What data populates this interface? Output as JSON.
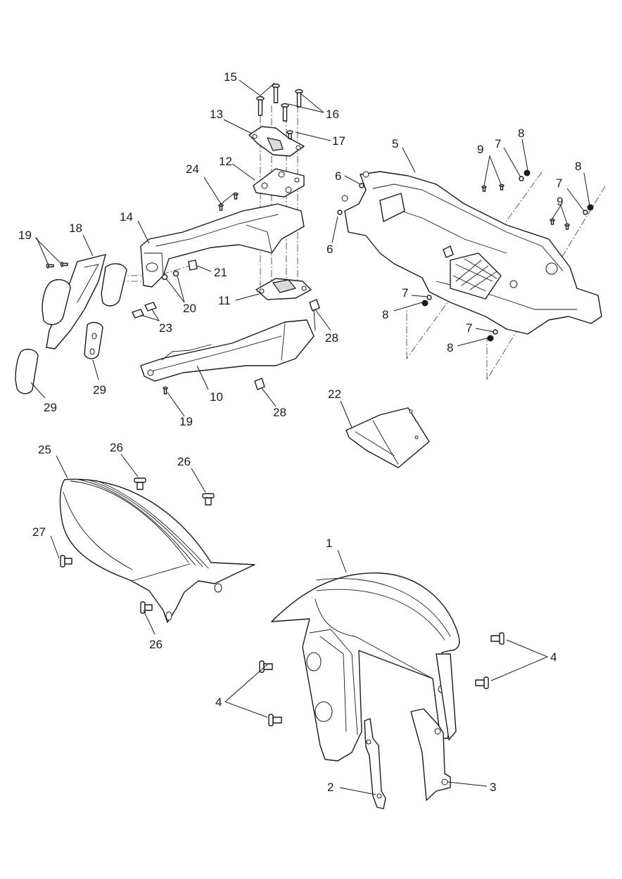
{
  "callouts": [
    {
      "id": "c1",
      "text": "1"
    },
    {
      "id": "c2",
      "text": "2"
    },
    {
      "id": "c3",
      "text": "3"
    },
    {
      "id": "c4a",
      "text": "4"
    },
    {
      "id": "c4b",
      "text": "4"
    },
    {
      "id": "c5",
      "text": "5"
    },
    {
      "id": "c6a",
      "text": "6"
    },
    {
      "id": "c6b",
      "text": "6"
    },
    {
      "id": "c7a",
      "text": "7"
    },
    {
      "id": "c7b",
      "text": "7"
    },
    {
      "id": "c7c",
      "text": "7"
    },
    {
      "id": "c7d",
      "text": "7"
    },
    {
      "id": "c8a",
      "text": "8"
    },
    {
      "id": "c8b",
      "text": "8"
    },
    {
      "id": "c8c",
      "text": "8"
    },
    {
      "id": "c8d",
      "text": "8"
    },
    {
      "id": "c9a",
      "text": "9"
    },
    {
      "id": "c9b",
      "text": "9"
    },
    {
      "id": "c10",
      "text": "10"
    },
    {
      "id": "c11",
      "text": "11"
    },
    {
      "id": "c12",
      "text": "12"
    },
    {
      "id": "c13",
      "text": "13"
    },
    {
      "id": "c14",
      "text": "14"
    },
    {
      "id": "c15",
      "text": "15"
    },
    {
      "id": "c16",
      "text": "16"
    },
    {
      "id": "c17",
      "text": "17"
    },
    {
      "id": "c18",
      "text": "18"
    },
    {
      "id": "c19a",
      "text": "19"
    },
    {
      "id": "c19b",
      "text": "19"
    },
    {
      "id": "c20",
      "text": "20"
    },
    {
      "id": "c21",
      "text": "21"
    },
    {
      "id": "c22",
      "text": "22"
    },
    {
      "id": "c23",
      "text": "23"
    },
    {
      "id": "c24",
      "text": "24"
    },
    {
      "id": "c25",
      "text": "25"
    },
    {
      "id": "c26a",
      "text": "26"
    },
    {
      "id": "c26b",
      "text": "26"
    },
    {
      "id": "c26c",
      "text": "26"
    },
    {
      "id": "c27",
      "text": "27"
    },
    {
      "id": "c28a",
      "text": "28"
    },
    {
      "id": "c28b",
      "text": "28"
    },
    {
      "id": "c29a",
      "text": "29"
    },
    {
      "id": "c29b",
      "text": "29"
    }
  ],
  "colors": {
    "line": "#1a1a1a",
    "background": "#ffffff",
    "shade": "#d9d9d9"
  }
}
